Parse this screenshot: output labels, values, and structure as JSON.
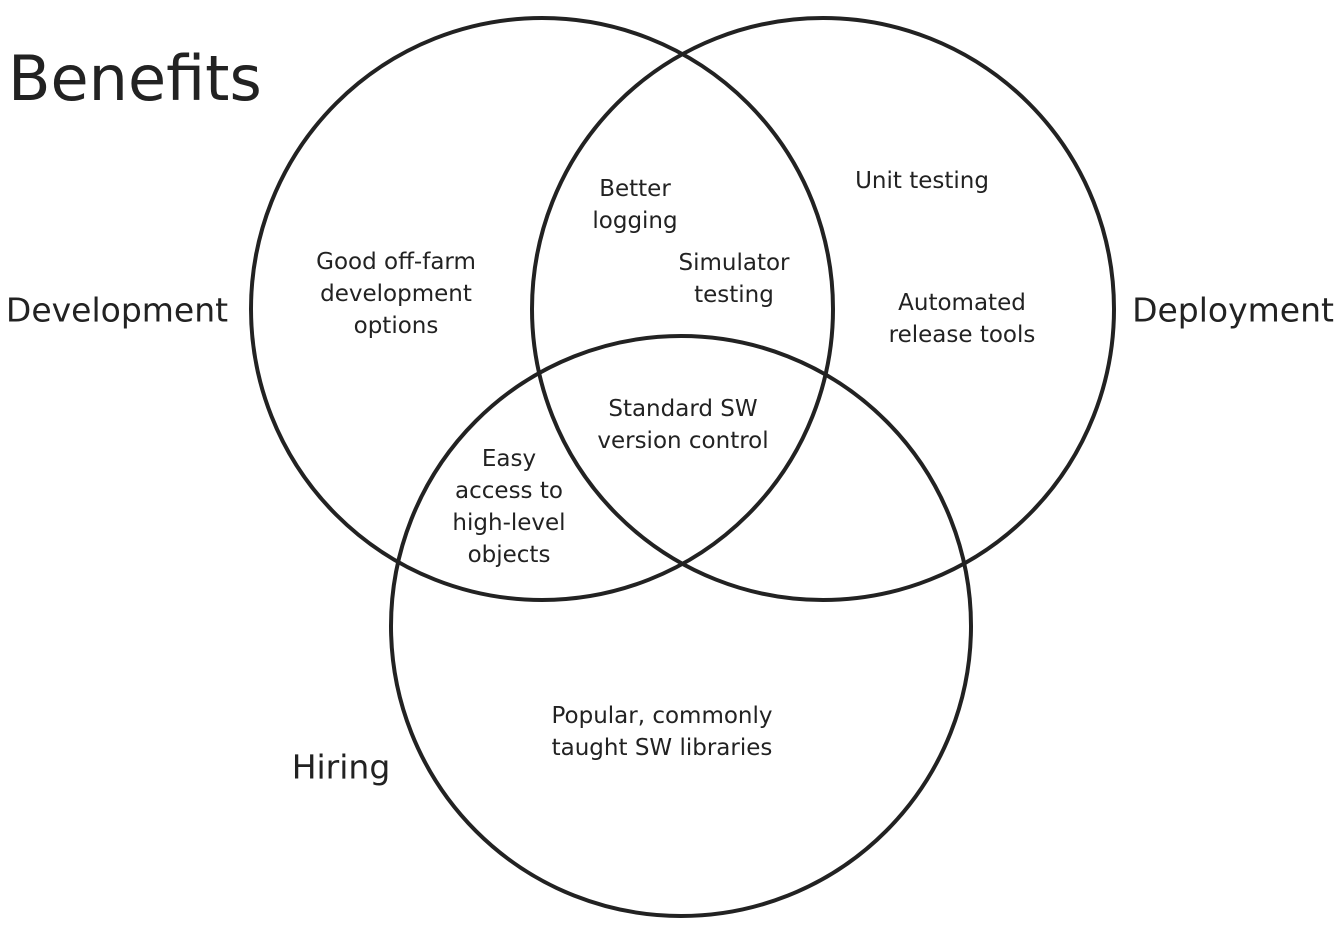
{
  "title": "Benefits",
  "sets": {
    "development": "Development",
    "deployment": "Deployment",
    "hiring": "Hiring"
  },
  "regions": {
    "development_only": "Good off-farm\ndevelopment\noptions",
    "development_deployment_a": "Better\nlogging",
    "development_deployment_b": "Simulator\ntesting",
    "deployment_only_a": "Unit testing",
    "deployment_only_b": "Automated\nrelease tools",
    "all_three": "Standard SW\nversion control",
    "development_hiring": "Easy\naccess to\nhigh-level\nobjects",
    "hiring_only": "Popular, commonly\ntaught SW libraries"
  },
  "colors": {
    "stroke": "#222222",
    "background": "#ffffff",
    "text": "#222222"
  }
}
